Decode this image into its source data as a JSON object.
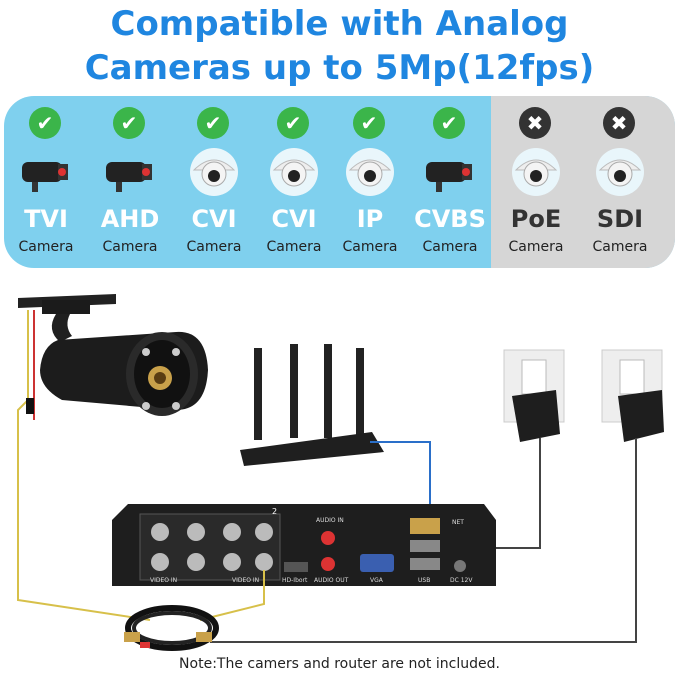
{
  "title_line1": "Compatible with Analog",
  "title_line2": "Cameras up to 5Mp(12fps)",
  "cameras": [
    {
      "name": "TVI",
      "sub": "Camera",
      "supported": true,
      "icon": "bullet-camera-icon"
    },
    {
      "name": "AHD",
      "sub": "Camera",
      "supported": true,
      "icon": "wifi-bullet-camera-icon"
    },
    {
      "name": "CVI",
      "sub": "Camera",
      "supported": true,
      "icon": "dome-camera-icon"
    },
    {
      "name": "CVI",
      "sub": "Camera",
      "supported": true,
      "icon": "dome-camera-icon"
    },
    {
      "name": "IP",
      "sub": "Camera",
      "supported": true,
      "icon": "ptz-camera-icon"
    },
    {
      "name": "CVBS",
      "sub": "Camera",
      "supported": true,
      "icon": "box-camera-icon"
    },
    {
      "name": "PoE",
      "sub": "Camera",
      "supported": false,
      "icon": "dual-lens-camera-icon"
    },
    {
      "name": "SDI",
      "sub": "Camera",
      "supported": false,
      "icon": "indoor-dome-camera-icon"
    }
  ],
  "dvr_labels": {
    "audio_in": "AUDIO IN",
    "net": "NET",
    "video_in_left": "VIDEO IN",
    "video_in_right": "VIDEO IN",
    "hdmi": "HD-Ibort",
    "audio_out": "AUDIO OUT",
    "vga": "VGA",
    "usb": "USB",
    "dc": "DC 12V",
    "port_number": "2"
  },
  "note": "Note:The camers and router are not included.",
  "colors": {
    "accent": "#1f86e0",
    "panel": "#7fd0ee",
    "panel_gray": "#d6d6d6",
    "check": "#3bb54a",
    "cable_yellow": "#e2c54a",
    "cable_blue": "#2a6fc9"
  }
}
